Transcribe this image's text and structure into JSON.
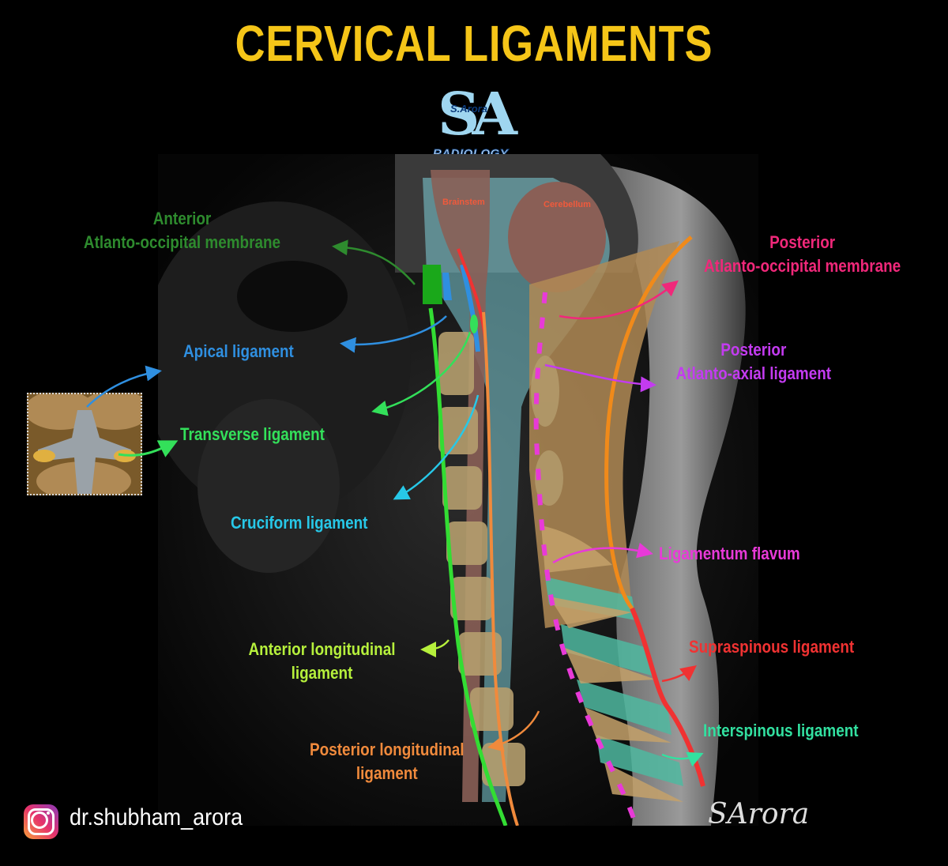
{
  "title": "CERVICAL LIGAMENTS",
  "logo": {
    "mark": "SA",
    "subtitle": "S.Arora",
    "name": "RADIOLOGY"
  },
  "regions": {
    "brainstem": "Brainstem",
    "cerebellum": "Cerebellum"
  },
  "labels": {
    "anterior_aom_line1": "Anterior",
    "anterior_aom_line2": "Atlanto-occipital membrane",
    "apical": "Apical ligament",
    "transverse": "Transverse ligament",
    "cruciform": "Cruciform ligament",
    "all_line1": "Anterior longitudinal",
    "all_line2": "ligament",
    "pll_line1": "Posterior longitudinal",
    "pll_line2": "ligament",
    "posterior_aom_line1": "Posterior",
    "posterior_aom_line2": "Atlanto-occipital membrane",
    "posterior_aa_line1": "Posterior",
    "posterior_aa_line2": "Atlanto-axial ligament",
    "flavum": "Ligamentum flavum",
    "supraspinous": "Supraspinous ligament",
    "interspinous": "Interspinous ligament"
  },
  "colors": {
    "title": "#f5c518",
    "anterior_aom": "#2e8b2e",
    "apical": "#2f8fe0",
    "transverse": "#33e05a",
    "cruciform": "#27c8e8",
    "all": "#b6f03c",
    "pll": "#f08a3c",
    "posterior_aom": "#f0287a",
    "posterior_aa": "#c33bf0",
    "flavum": "#e83ad8",
    "supraspinous": "#f03232",
    "interspinous": "#32e0a0"
  },
  "footer": {
    "handle": "dr.shubham_arora",
    "icon": "instagram-icon",
    "signature": "SArora"
  }
}
